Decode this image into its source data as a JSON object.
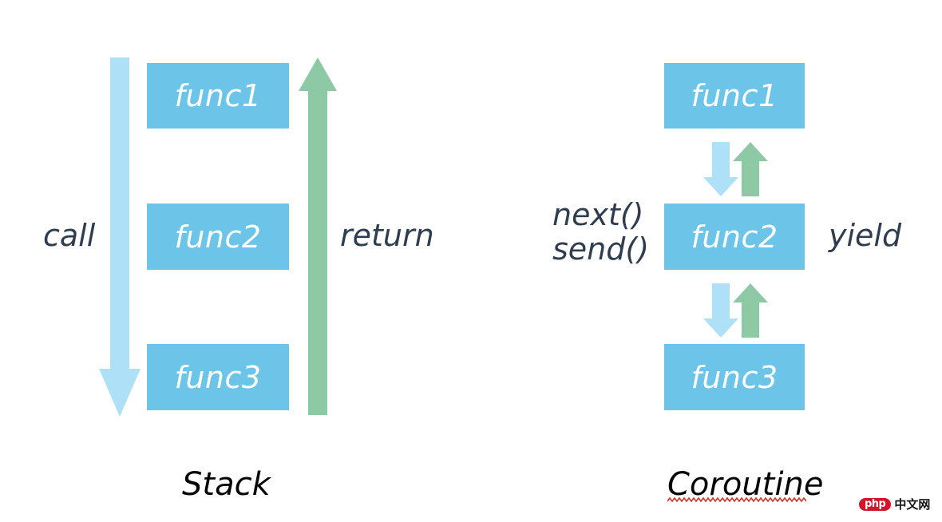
{
  "diagram": {
    "title_left": "Stack",
    "title_right": "Coroutine",
    "colors": {
      "box_fill": "#6CC5E9",
      "box_text": "#FFFFFF",
      "arrow_blue": "#AEE0F7",
      "arrow_green": "#8DC9A4",
      "label_text": "#2E3D4F",
      "title_text": "#050505",
      "spellcheck_underline": "#C0392B",
      "background": "#FFFFFF"
    },
    "left_panel": {
      "name": "stack-panel",
      "boxes": [
        {
          "label": "func1"
        },
        {
          "label": "func2"
        },
        {
          "label": "func3"
        }
      ],
      "down_arrow_label": "call",
      "up_arrow_label": "return"
    },
    "right_panel": {
      "name": "coroutine-panel",
      "boxes": [
        {
          "label": "func1"
        },
        {
          "label": "func2"
        },
        {
          "label": "func3"
        }
      ],
      "left_labels": [
        "next()",
        "send()"
      ],
      "right_label": "yield",
      "connector_count": 2,
      "connector_description": "paired down-blue and up-green arrows"
    }
  },
  "watermark": {
    "badge": "php",
    "text": "中文网"
  }
}
